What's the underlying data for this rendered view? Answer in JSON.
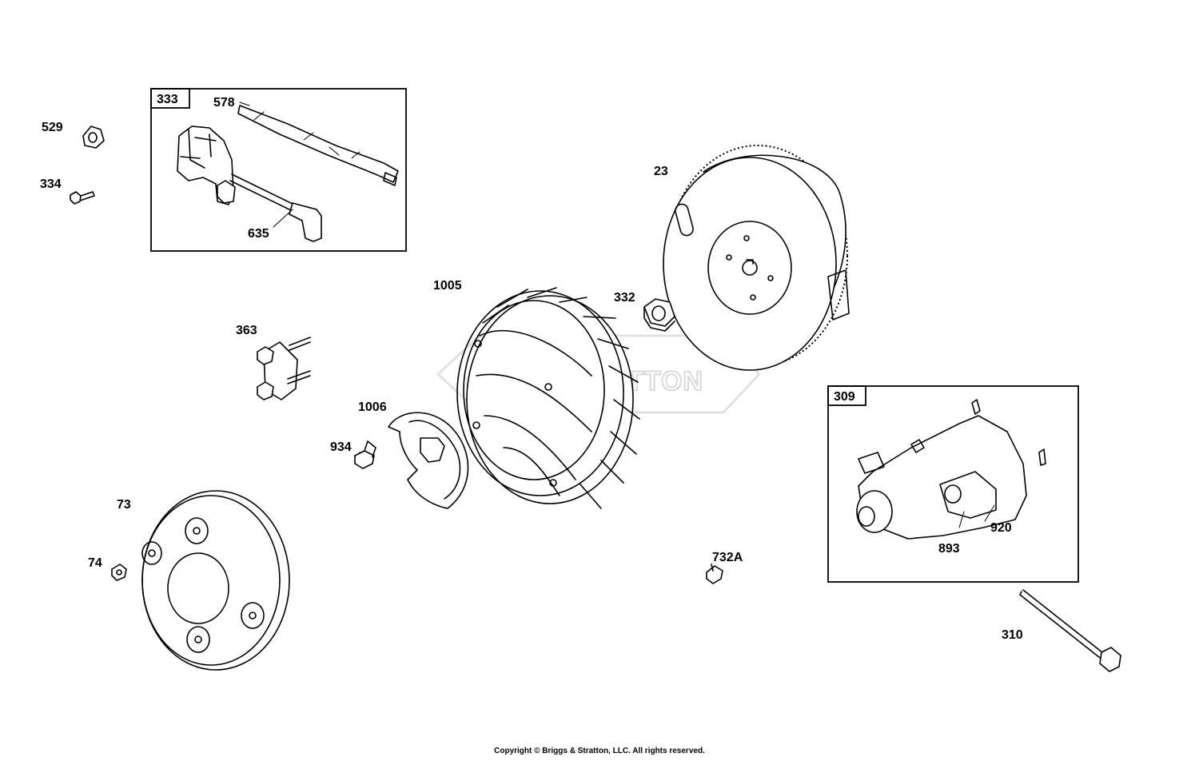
{
  "watermark": "STRATTON",
  "copyright": "Copyright © Briggs & Stratton, LLC. All rights reserved.",
  "groups": [
    {
      "id": "333"
    },
    {
      "id": "309"
    }
  ],
  "parts": [
    {
      "id": "529"
    },
    {
      "id": "334"
    },
    {
      "id": "578"
    },
    {
      "id": "635"
    },
    {
      "id": "23"
    },
    {
      "id": "1005"
    },
    {
      "id": "332"
    },
    {
      "id": "363"
    },
    {
      "id": "1006"
    },
    {
      "id": "934"
    },
    {
      "id": "73"
    },
    {
      "id": "74"
    },
    {
      "id": "732A"
    },
    {
      "id": "920"
    },
    {
      "id": "893"
    },
    {
      "id": "310"
    }
  ]
}
